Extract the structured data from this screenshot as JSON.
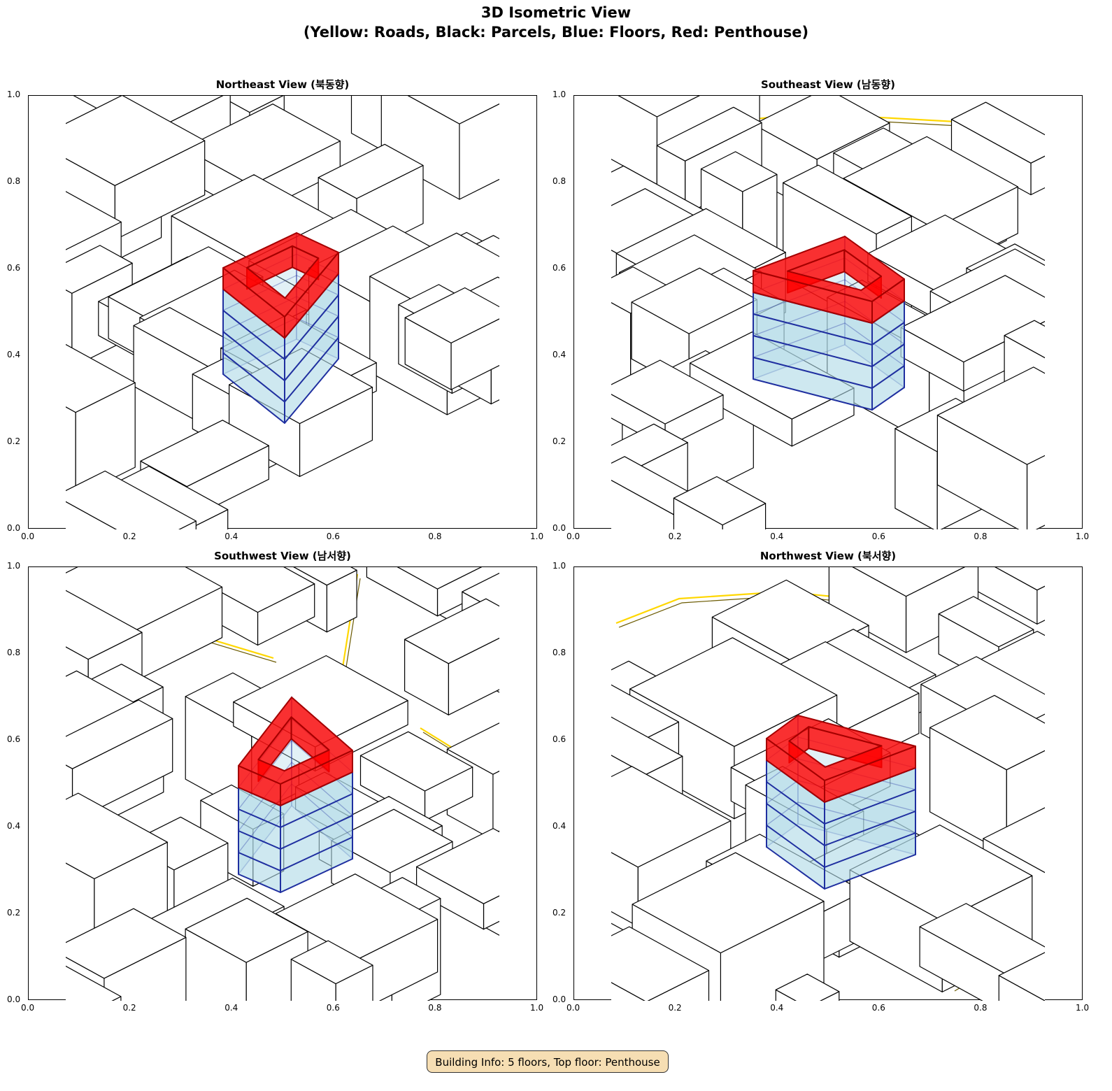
{
  "figure": {
    "title_line1": "3D Isometric View",
    "title_line2": "(Yellow: Roads, Black: Parcels, Blue: Floors, Red: Penthouse)"
  },
  "panels": [
    {
      "title": "Northeast View (북동향)"
    },
    {
      "title": "Southeast View (남동향)"
    },
    {
      "title": "Southwest View (남서향)"
    },
    {
      "title": "Northwest View (북서향)"
    }
  ],
  "axis_ticks": [
    "0.0",
    "0.2",
    "0.4",
    "0.6",
    "0.8",
    "1.0"
  ],
  "building": {
    "floors": 5,
    "top_floor": "Penthouse"
  },
  "building_info": "Building Info: 5 floors, Top floor: Penthouse",
  "colors": {
    "roads": "#ffd700",
    "parcels": "#000000",
    "floors_fill": "#add8e6",
    "floors_edge": "#1f2fa0",
    "penthouse": "#ff0000",
    "info_box": "#f6deb3"
  }
}
